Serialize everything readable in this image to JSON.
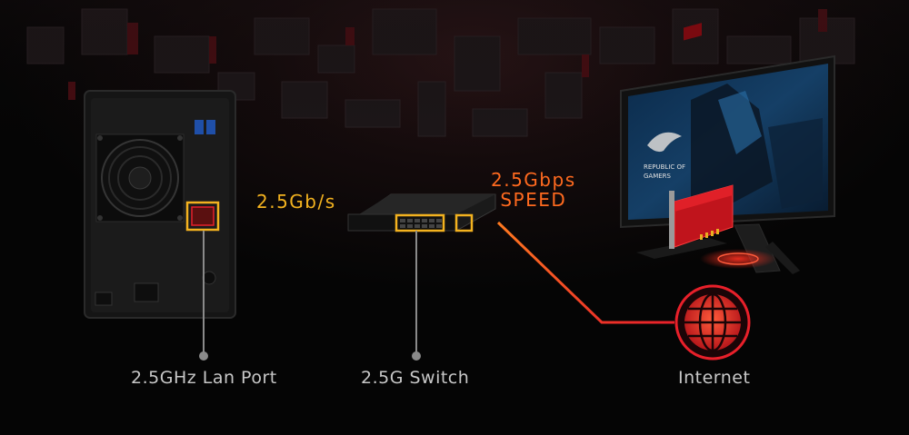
{
  "diagram": {
    "labels": {
      "lan_port": "2.5GHz Lan Port",
      "switch": "2.5G Switch",
      "internet": "Internet"
    },
    "rates": {
      "nas_link": "2.5Gb/s",
      "speed_line1": "2.5Gbps",
      "speed_line2": "SPEED"
    },
    "monitor_logo": {
      "line1": "REPUBLIC OF",
      "line2": "GAMERS"
    },
    "colors": {
      "accent_yellow": "#f3b21f",
      "accent_orange": "#ff6a1f",
      "accent_red": "#e8202a",
      "label_gray": "#c8c8c8"
    },
    "icons": [
      "nas-device",
      "network-switch-icon",
      "gaming-monitor",
      "network-card",
      "globe-icon"
    ]
  }
}
